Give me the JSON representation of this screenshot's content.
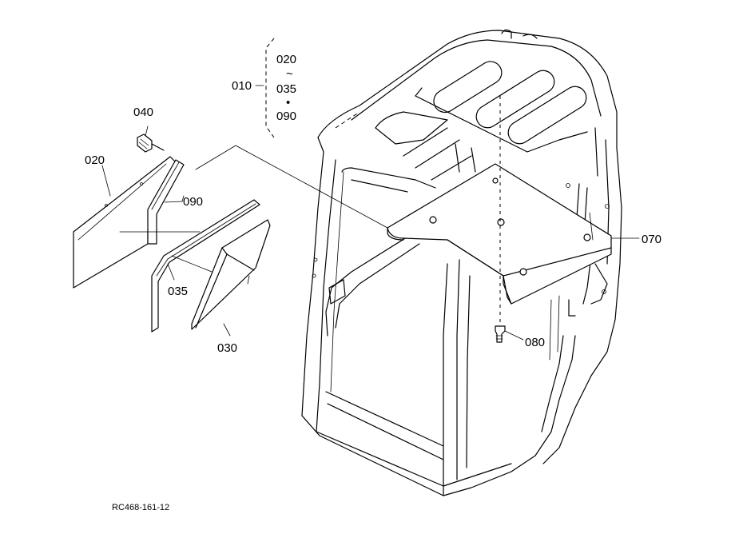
{
  "labels": {
    "p010": "010",
    "p020_range": "020",
    "tilde": "~",
    "p035_range": "035",
    "bullet": "•",
    "p090_range": "090",
    "p040": "040",
    "p020": "020",
    "p090": "090",
    "p035": "035",
    "p030": "030",
    "p070": "070",
    "p080": "080"
  },
  "drawing_code": "RC468-161-12"
}
